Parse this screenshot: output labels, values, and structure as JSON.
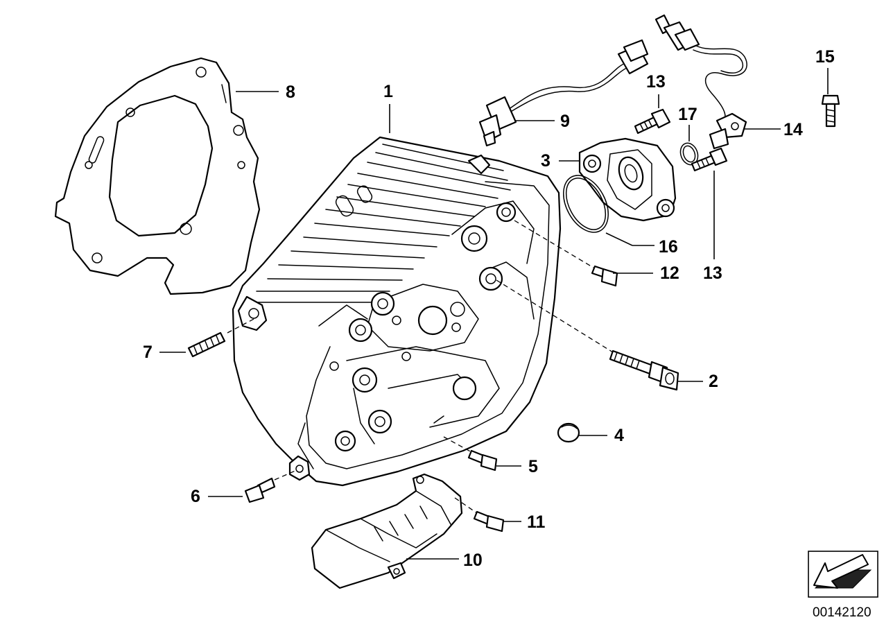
{
  "callouts": {
    "c1": "1",
    "c2": "2",
    "c3": "3",
    "c4": "4",
    "c5": "5",
    "c6": "6",
    "c7": "7",
    "c8": "8",
    "c9": "9",
    "c10": "10",
    "c11": "11",
    "c12": "12",
    "c13a": "13",
    "c13b": "13",
    "c14": "14",
    "c15": "15",
    "c16": "16",
    "c17": "17"
  },
  "diagram_code": "00142120",
  "icons": {
    "corner_badge": "arrow-badge-icon"
  }
}
